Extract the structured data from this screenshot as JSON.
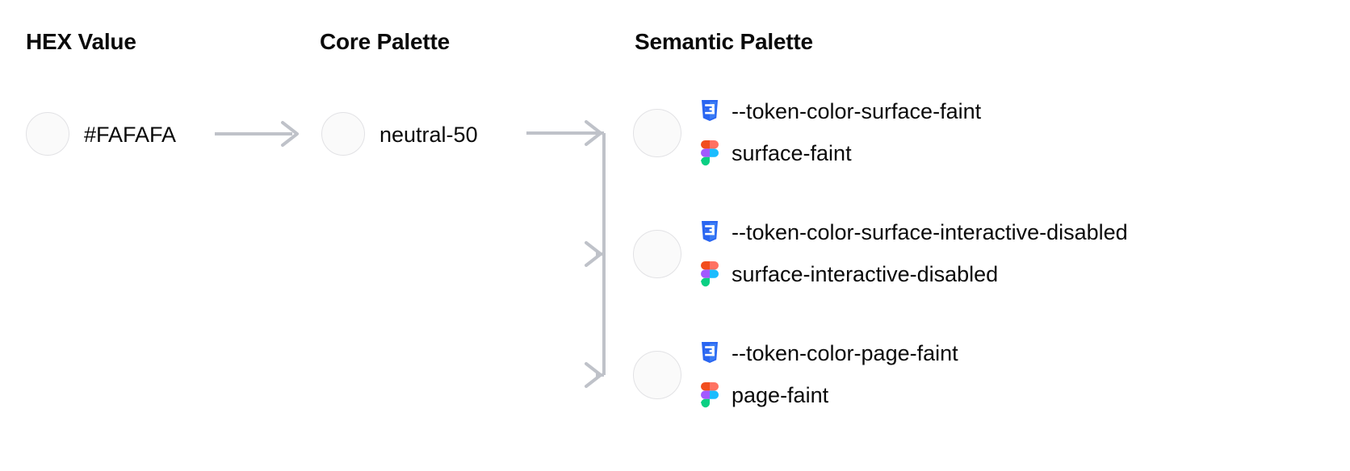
{
  "columns": {
    "hex": {
      "heading": "HEX Value"
    },
    "core": {
      "heading": "Core Palette"
    },
    "semantic": {
      "heading": "Semantic Palette"
    }
  },
  "hex": {
    "value": "#FAFAFA",
    "swatch_color": "#FAFAFA"
  },
  "core": {
    "value": "neutral-50",
    "swatch_color": "#FAFAFA"
  },
  "semantic": {
    "groups": [
      {
        "swatch_color": "#FAFAFA",
        "css_icon": "css3-icon",
        "css_token": "--token-color-surface-faint",
        "figma_icon": "figma-icon",
        "figma_token": "surface-faint"
      },
      {
        "swatch_color": "#FAFAFA",
        "css_icon": "css3-icon",
        "css_token": "--token-color-surface-interactive-disabled",
        "figma_icon": "figma-icon",
        "figma_token": "surface-interactive-disabled"
      },
      {
        "swatch_color": "#FAFAFA",
        "css_icon": "css3-icon",
        "css_token": "--token-color-page-faint",
        "figma_icon": "figma-icon",
        "figma_token": "page-faint"
      }
    ]
  },
  "colors": {
    "text": "#0A0A0A",
    "connector": "#BFC2C9",
    "swatch_border": "#E2E2E5",
    "swatch_fill": "#FAFAFA",
    "css_blue": "#2965F1",
    "css_blue_light": "#3B7DF5",
    "figma_orange": "#F24E1E",
    "figma_purple": "#A259FF",
    "figma_blue": "#1ABCFE",
    "figma_green": "#0ACF83",
    "figma_red": "#FF7262",
    "background": "#FFFFFF"
  }
}
